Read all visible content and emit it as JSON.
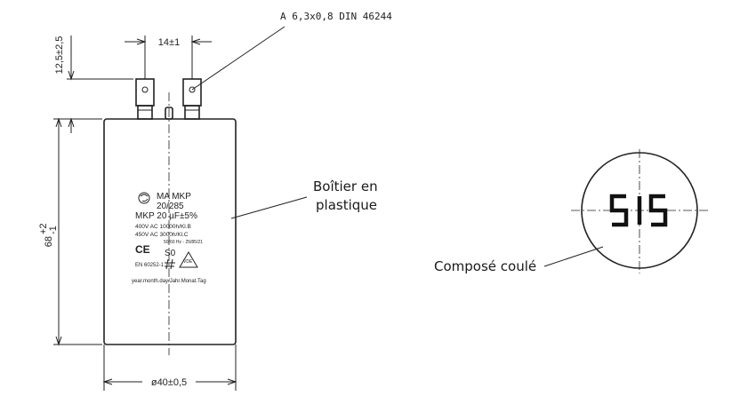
{
  "dimensions": {
    "top_tab_height": "12,5±2,5",
    "tab_spacing": "14±1",
    "body_height_main": "68",
    "body_height_sup": "+2",
    "body_height_sub": "-1",
    "diameter": "ø40±0,5"
  },
  "annotations": {
    "terminal_spec": "A  6,3x0,8  DIN  46244",
    "housing_line1": "Boîtier en",
    "housing_line2": "plastique",
    "compound": "Composé coulé"
  },
  "capacitor_label": {
    "type_line1": "MA  MKP",
    "type_line2": "20/285",
    "capacitance": "MKP 20  µF±5%",
    "rating1_voltage": "400V  AC  10000h/Kl.B",
    "rating2_voltage": "450V  AC   3000h/Kl.C",
    "freq": "50/60 Hz - 25/85/21",
    "ce_mark": "CE",
    "s0_mark": "S0",
    "standard": "EN 60252-1",
    "vde_mark": "VDE",
    "date_format": "year.month.day/Jahr.Monat.Tag"
  },
  "top_view": {
    "marking": "515"
  }
}
